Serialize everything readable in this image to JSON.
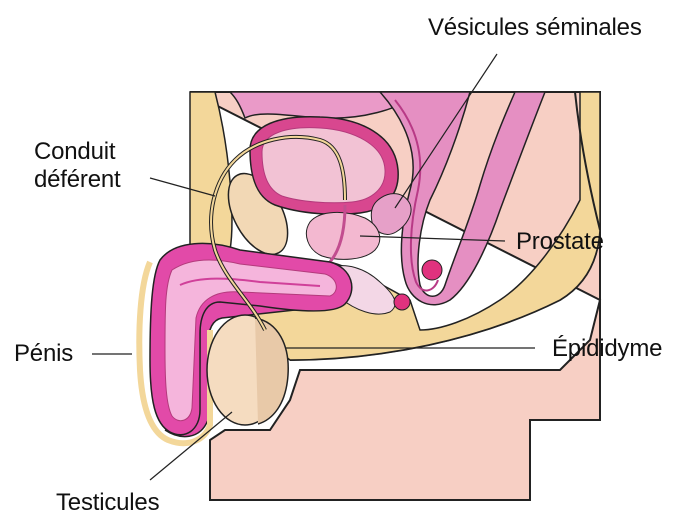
{
  "labels": {
    "vesicules": "Vésicules séminales",
    "conduit_line1": "Conduit",
    "conduit_line2": "déférent",
    "prostate": "Prostate",
    "epididyme": "Épididyme",
    "penis": "Pénis",
    "testicules": "Testicules"
  },
  "colors": {
    "skin": "#f7cfc4",
    "skin_edge": "#222222",
    "fat": "#f3d79a",
    "bladder": "#d8478f",
    "bladder_inner": "#f2c2d4",
    "penis_tissue": "#e24aa8",
    "penis_inner": "#f5b5dc",
    "testis": "#f5dcc0",
    "prostate": "#f3b8d0",
    "rectum": "#e58fc2",
    "bone": "#f2d8b5"
  }
}
